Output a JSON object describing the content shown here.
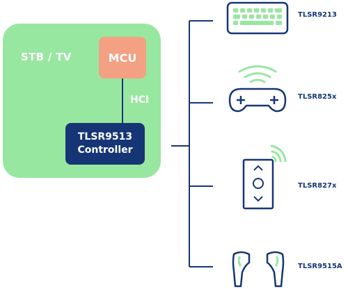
{
  "host": {
    "label": "STB / TV",
    "mcu_label": "MCU",
    "interface_label": "HCI",
    "controller_line1": "TLSR9513",
    "controller_line2": "Controller"
  },
  "devices": [
    {
      "icon": "keyboard-icon",
      "label": "TLSR9213"
    },
    {
      "icon": "gamepad-icon",
      "label": "TLSR825x"
    },
    {
      "icon": "remote-control-icon",
      "label": "TLSR827x"
    },
    {
      "icon": "earbuds-icon",
      "label": "TLSR9515A"
    }
  ],
  "colors": {
    "host_background": "#98e7a0",
    "mcu": "#f3a083",
    "controller": "#163575",
    "lines": "#163575",
    "signal": "#98e7a0"
  }
}
